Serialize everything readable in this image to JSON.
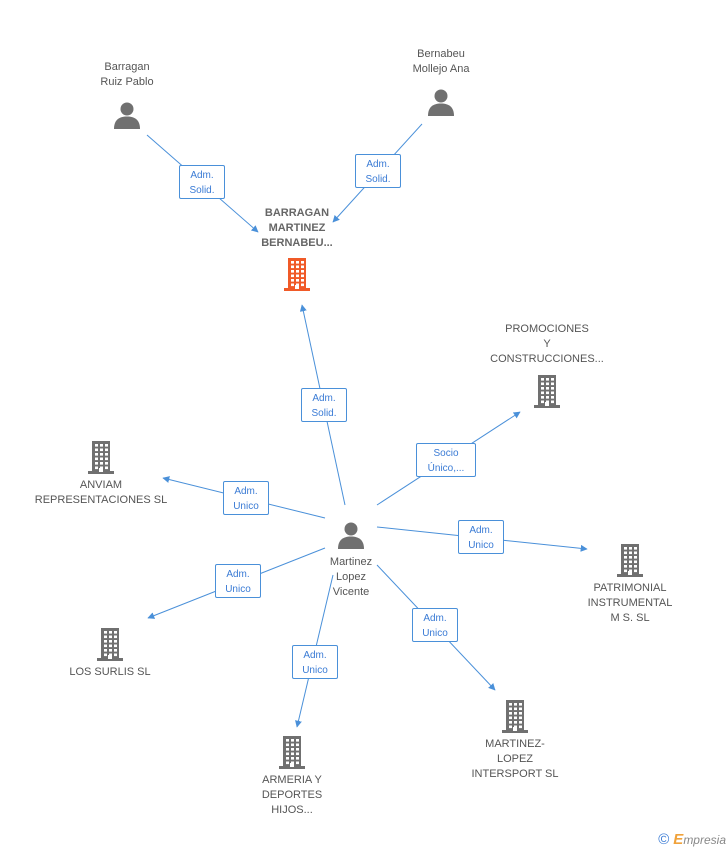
{
  "nodes": {
    "barragan_ruiz": {
      "label": "Barragan\nRuiz Pablo",
      "type": "person"
    },
    "bernabeu_mollejo": {
      "label": "Bernabeu\nMollejo Ana",
      "type": "person"
    },
    "barragan_martinez": {
      "label": "BARRAGAN\nMARTINEZ\nBERNABEU...",
      "type": "company-focus"
    },
    "promociones": {
      "label": "PROMOCIONES\nY\nCONSTRUCCIONES...",
      "type": "company"
    },
    "anviam": {
      "label": "ANVIAM\nREPRESENTACIONES SL",
      "type": "company"
    },
    "martinez_lopez_vicente": {
      "label": "Martinez\nLopez\nVicente",
      "type": "person"
    },
    "patrimonial": {
      "label": "PATRIMONIAL\nINSTRUMENTAL\nM S. SL",
      "type": "company"
    },
    "los_surlis": {
      "label": "LOS SURLIS SL",
      "type": "company"
    },
    "martinez_lopez_intersport": {
      "label": "MARTINEZ-\nLOPEZ\nINTERSPORT SL",
      "type": "company"
    },
    "armeria": {
      "label": "ARMERIA Y\nDEPORTES\nHIJOS...",
      "type": "company"
    }
  },
  "edges": [
    {
      "from": "barragan_ruiz",
      "to": "barragan_martinez",
      "label": "Adm.\nSolid."
    },
    {
      "from": "bernabeu_mollejo",
      "to": "barragan_martinez",
      "label": "Adm.\nSolid."
    },
    {
      "from": "martinez_lopez_vicente",
      "to": "barragan_martinez",
      "label": "Adm.\nSolid."
    },
    {
      "from": "martinez_lopez_vicente",
      "to": "promociones",
      "label": "Socio\nÚnico,..."
    },
    {
      "from": "martinez_lopez_vicente",
      "to": "anviam",
      "label": "Adm.\nUnico"
    },
    {
      "from": "martinez_lopez_vicente",
      "to": "patrimonial",
      "label": "Adm.\nUnico"
    },
    {
      "from": "martinez_lopez_vicente",
      "to": "los_surlis",
      "label": "Adm.\nUnico"
    },
    {
      "from": "martinez_lopez_vicente",
      "to": "martinez_lopez_intersport",
      "label": "Adm.\nUnico"
    },
    {
      "from": "martinez_lopez_vicente",
      "to": "armeria",
      "label": "Adm.\nUnico"
    }
  ],
  "colors": {
    "edge": "#4a90d9",
    "person": "#707070",
    "company": "#707070",
    "focus": "#f05a28"
  },
  "footer": {
    "copyright": "©",
    "brand_initial": "E",
    "brand_rest": "mpresia"
  }
}
